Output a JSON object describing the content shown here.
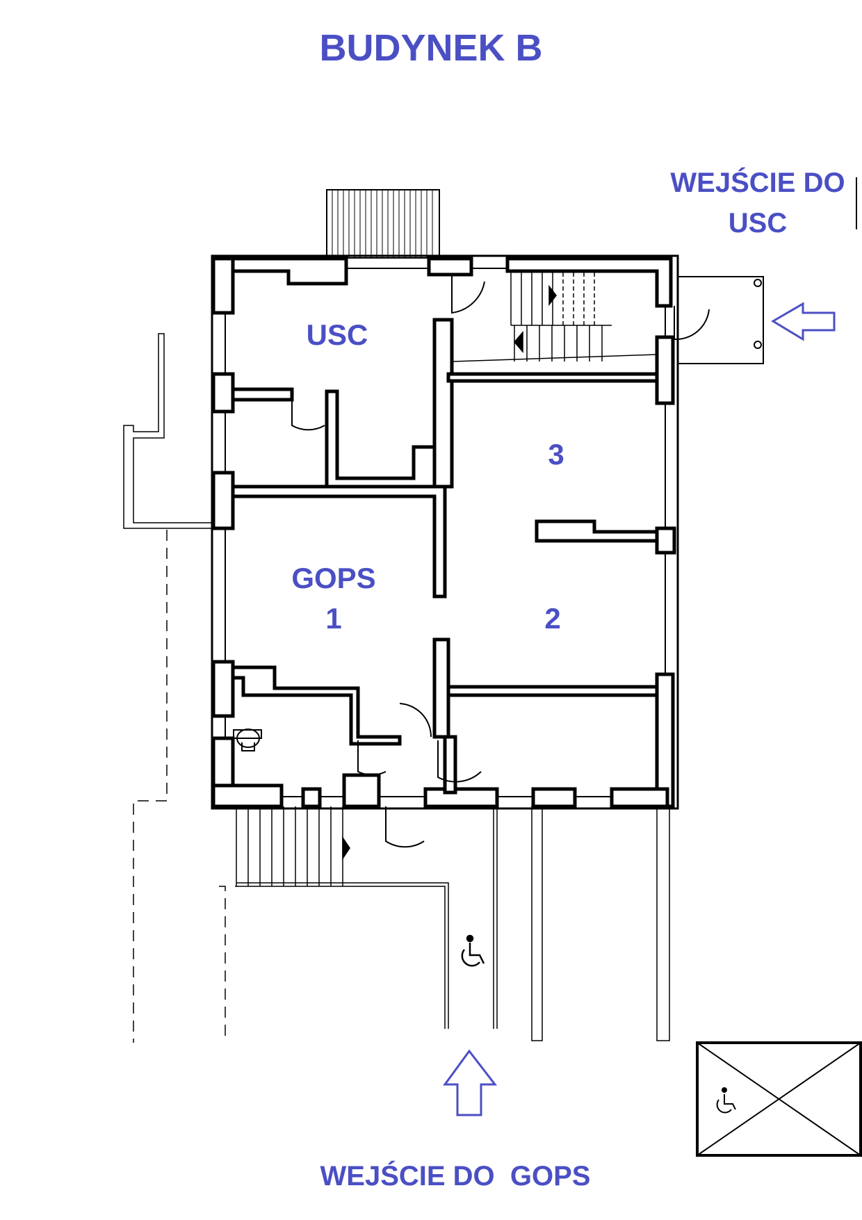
{
  "title": "BUDYNEK B",
  "colors": {
    "label": "#4b4fc4",
    "wall": "#000000",
    "wall_fill": "#ffffff"
  },
  "rooms": {
    "usc": "USC",
    "gops": "GOPS",
    "room_1": "1",
    "room_2": "2",
    "room_3": "3"
  },
  "entrances": {
    "usc_line1": "WEJŚCIE DO",
    "usc_line2": "USC",
    "gops": "WEJŚCIE DO  GOPS"
  },
  "icons": {
    "accessibility": "wheelchair-icon",
    "entry_usc_arrow": "arrow-left-icon",
    "entry_gops_arrow": "arrow-up-icon",
    "parking_box": "disabled-parking-icon",
    "toilet": "toilet-icon"
  }
}
